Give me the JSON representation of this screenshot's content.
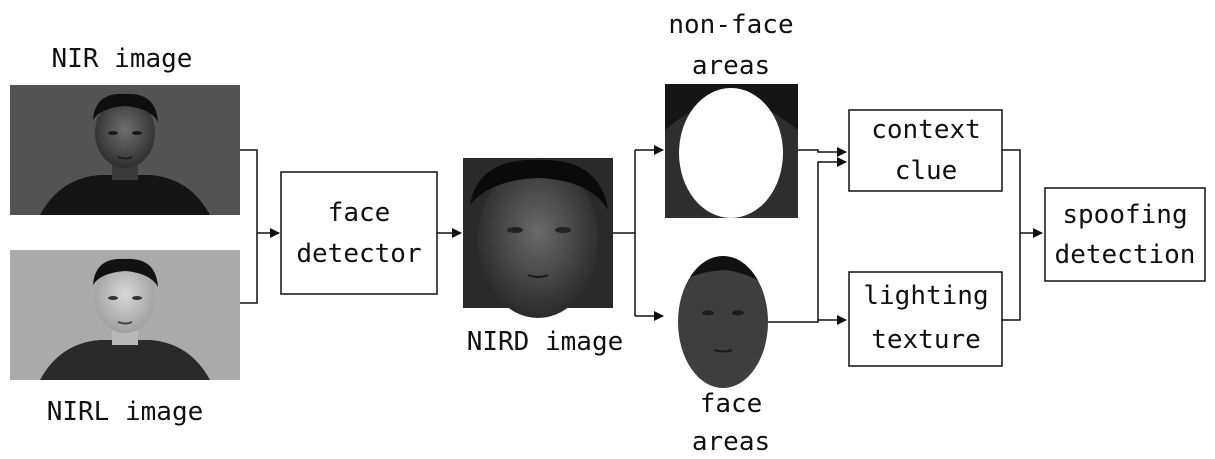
{
  "inputs": {
    "nir_label": "NIR image",
    "nirl_label": "NIRL image"
  },
  "face_detector": {
    "line1": "face",
    "line2": "detector"
  },
  "nird_label": "NIRD image",
  "non_face_areas": {
    "line1": "non-face",
    "line2": "areas"
  },
  "face_areas": {
    "line1": "face",
    "line2": "areas"
  },
  "context_clue": {
    "line1": "context",
    "line2": "clue"
  },
  "lighting_texture": {
    "line1": "lighting",
    "line2": "texture"
  },
  "spoofing_detection": {
    "line1": "spoofing",
    "line2": "detection"
  }
}
